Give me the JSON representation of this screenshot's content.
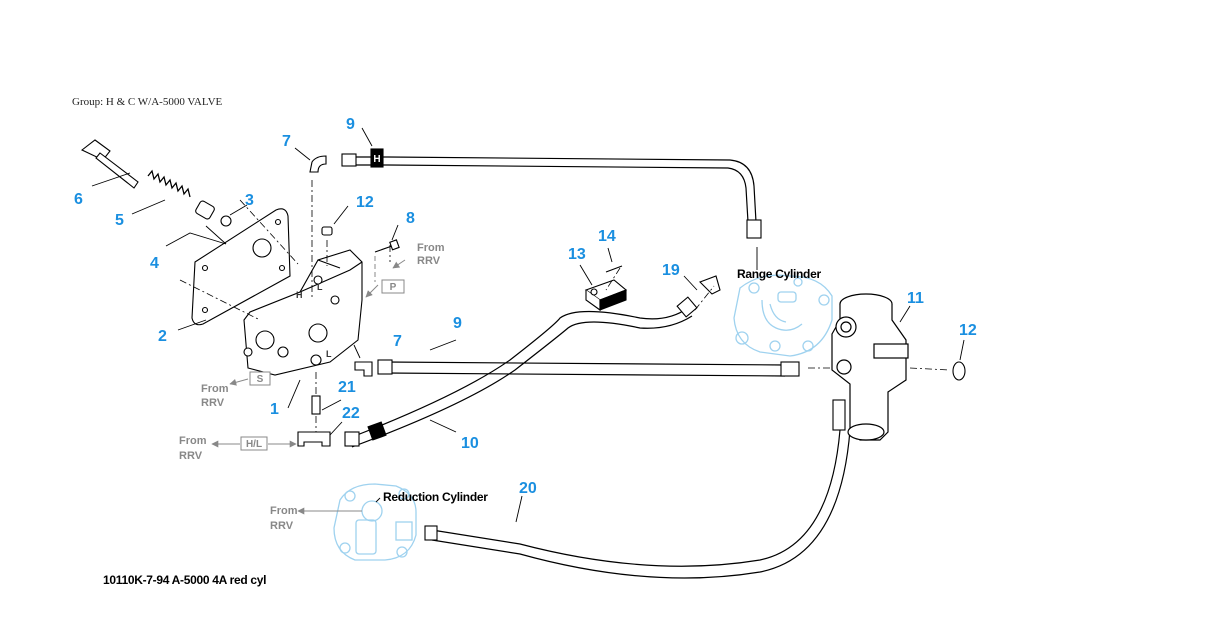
{
  "header": {
    "group_title": "Group: H & C W/A-5000 VALVE"
  },
  "footer": {
    "drawing_id": "10110K-7-94 A-5000 4A red cyl"
  },
  "callouts": {
    "c1": "1",
    "c2": "2",
    "c3": "3",
    "c4": "4",
    "c5": "5",
    "c6": "6",
    "c7a": "7",
    "c7b": "7",
    "c8": "8",
    "c9a": "9",
    "c9b": "9",
    "c10": "10",
    "c11": "11",
    "c12a": "12",
    "c12b": "12",
    "c13": "13",
    "c14": "14",
    "c19": "19",
    "c20": "20",
    "c21": "21",
    "c22": "22"
  },
  "flow_labels": {
    "from_rrv_right": [
      "From",
      "RRV"
    ],
    "from_rrv_s": [
      "From",
      "RRV"
    ],
    "from_rrv_hl": [
      "From",
      "RRV"
    ],
    "from_rrv_reduction": [
      "From",
      "RRV"
    ]
  },
  "port_boxes": {
    "p": "P",
    "s": "S",
    "hl": "H/L"
  },
  "valve_marks": {
    "h_tag": "H",
    "h_port": "H",
    "l_port_top": "L",
    "l_port_side": "L"
  },
  "cylinders": {
    "range": "Range Cylinder",
    "reduction": "Reduction Cylinder"
  },
  "colors": {
    "callout": "#1a8fe0",
    "ghost_part": "#9fd2ef",
    "flow": "#888888",
    "line": "#000000"
  }
}
